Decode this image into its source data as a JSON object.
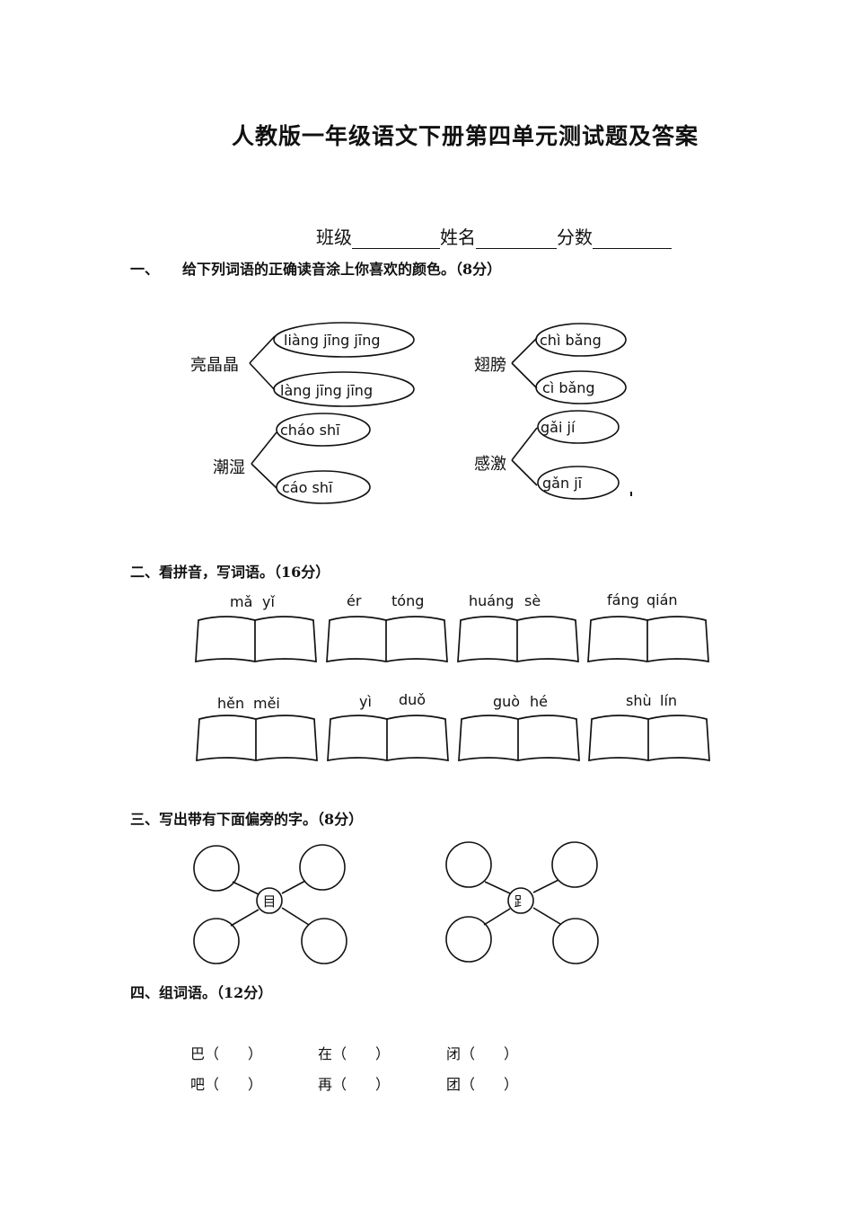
{
  "title": "人教版一年级语文下册第四单元测试题及答案",
  "info": {
    "class_label": "班级",
    "name_label": "姓名",
    "score_label": "分数"
  },
  "section1": {
    "num": "一、",
    "heading": "给下列词语的正确读音涂上你喜欢的颜色。（8分）",
    "groups": [
      {
        "word": "亮晶晶",
        "options": [
          "liàng jīng jīng",
          "làng jīng jīng"
        ]
      },
      {
        "word": "翅膀",
        "options": [
          "chì bǎng",
          "cì bǎng"
        ]
      },
      {
        "word": "潮湿",
        "options": [
          "cháo shī",
          "cáo shī"
        ]
      },
      {
        "word": "感激",
        "options": [
          "gǎi jí",
          "gǎn jī"
        ]
      }
    ]
  },
  "section2": {
    "heading": "二、看拼音，写词语。（16分）",
    "items": [
      {
        "a": "mǎ",
        "b": "yǐ"
      },
      {
        "a": "ér",
        "b": "tóng"
      },
      {
        "a": "huáng",
        "b": "sè"
      },
      {
        "a": "fáng",
        "b": "qián"
      },
      {
        "a": "hěn",
        "b": "měi"
      },
      {
        "a": "yì",
        "b": "duǒ"
      },
      {
        "a": "guò",
        "b": "hé"
      },
      {
        "a": "shù",
        "b": "lín"
      }
    ]
  },
  "section3": {
    "heading": "三、写出带有下面偏旁的字。（8分）",
    "radicals": [
      "目",
      "𧾷"
    ]
  },
  "section4": {
    "heading": "四、组词语。（12分）",
    "rows": [
      [
        "巴（　　）",
        "在（　　）",
        "闭（　　）"
      ],
      [
        "吧（　　）",
        "再（　　）",
        "团（　　）"
      ]
    ]
  }
}
